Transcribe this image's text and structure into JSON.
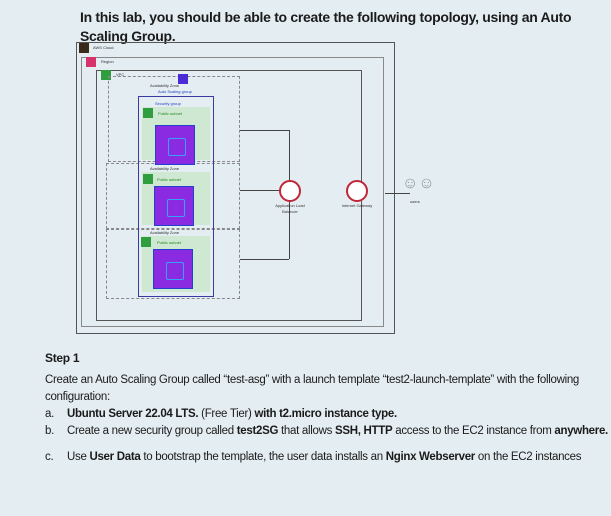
{
  "title": "In this lab, you should be able to create the following topology, using an Auto Scaling Group.",
  "diagram": {
    "aws_cloud": "AWS Cloud",
    "region": "Region",
    "vpc": "VPC",
    "availability_zone": "Availability Zone",
    "auto_scaling_group": "Auto Scaling group",
    "security_group": "Security group",
    "public_subnet": "Public subnet",
    "alb": "Application Load Balancer",
    "igw": "Internet Gateway",
    "users": "users",
    "colors": {
      "aws": "#3a2a1a",
      "region": "#d6336c",
      "vpc": "#2e9e3e",
      "ec2": "#8a2be2",
      "alb": "#c0263a"
    }
  },
  "step": {
    "heading": "Step 1",
    "intro": "Create an Auto Scaling Group called “test-asg” with a launch template “test2-launch-template” with the following configuration:",
    "items": [
      {
        "marker": "a.",
        "parts": [
          "Ubuntu Server 22.04 LTS.",
          " (Free Tier) ",
          "with t2.micro instance type."
        ]
      },
      {
        "marker": "b.",
        "parts": [
          "Create a new security group called ",
          "test2SG",
          " that allows ",
          "SSH, HTTP",
          " access to the EC2 instance from ",
          "anywhere."
        ]
      },
      {
        "marker": "c.",
        "parts": [
          "Use ",
          "User Data",
          " to bootstrap the template, the user data installs an ",
          "Nginx Webserver",
          " on the EC2 instances"
        ]
      }
    ]
  }
}
